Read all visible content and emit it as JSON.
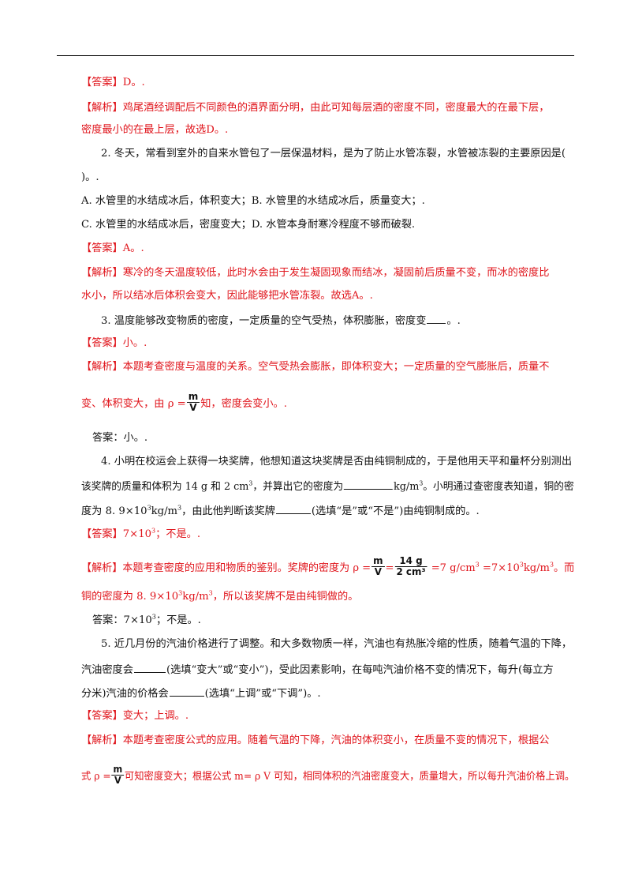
{
  "lines": {
    "l1": {
      "label": "【答案】",
      "text": "D。."
    },
    "l2": {
      "label": "【解析】",
      "text": "鸡尾酒经调配后不同颜色的酒界面分明，由此可知每层酒的密度不同，密度最大的在最下层，"
    },
    "l3": {
      "text": "密度最小的在最上层，故选D。."
    },
    "l4": {
      "text": "2. 冬天，常看到室外的自来水管包了一层保温材料，是为了防止水管冻裂，水管被冻裂的主要原因是("
    },
    "l5": {
      "text": ")。."
    },
    "l6": {
      "text": "A. 水管里的水结成冰后，体积变大；B. 水管里的水结成冰后，质量变大；."
    },
    "l7": {
      "text": "C. 水管里的水结成冰后，密度变大；D. 水管本身耐寒冷程度不够而破裂."
    },
    "l8": {
      "label": "【答案】",
      "text": "A。."
    },
    "l9": {
      "label": "【解析】",
      "text": "寒冷的冬天温度较低，此时水会由于发生凝固现象而结冰，凝固前后质量不变，而冰的密度比"
    },
    "l10": {
      "text": "水小，所以结冰后体积会变大，因此能够把水管冻裂。故选A。."
    },
    "l11": {
      "a": "3. 温度能够改变物质的密度，一定质量的空气受热，体积膨胀，密度变",
      "b": "。."
    },
    "l12": {
      "label": "【答案】",
      "text": "小。."
    },
    "l13": {
      "label": "【解析】",
      "text": "本题考查密度与温度的关系。空气受热会膨胀，即体积变大；一定质量的空气膨胀后，质量不"
    },
    "l14": {
      "a": "变、体积变大，由 ρ =",
      "num": "m",
      "den": "V",
      "b": "知，密度会变小。."
    },
    "l15": {
      "text": "答案：小。."
    },
    "l16": {
      "text": "4. 小明在校运会上获得一块奖牌，他想知道这块奖牌是否由纯铜制成的，于是他用天平和量杯分别测出"
    },
    "l17": {
      "a": "该奖牌的质量和体积为 14  g 和 2  cm",
      "sup1": "3",
      "b": "，并算出它的密度为",
      "c": "kg/m",
      "sup2": "3",
      "d": "。小明通过查密度表知道，铜的密"
    },
    "l18": {
      "a": "度为 8. 9×10",
      "sup1": "3",
      "b": "kg/m",
      "sup2": "3",
      "c": "，由此他判断该奖牌",
      "d": "(选填“是”或“不是”)由纯铜制成的。."
    },
    "l19": {
      "label": "【答案】",
      "a": "7×10",
      "sup1": "3",
      "b": "；不是。."
    },
    "l20": {
      "label": "【解析】",
      "a": "本题考查密度的应用和物质的鉴别。奖牌的密度为 ρ =",
      "num1": "m",
      "den1": "V",
      "eq": "=",
      "num2": "14 g",
      "den2": "2 cm³",
      "b": " =7  g/cm",
      "sup1": "3",
      "c": " =7×10",
      "sup2": "3",
      "d": "kg/m",
      "sup3": "3",
      "e": "。而"
    },
    "l21": {
      "a": "铜的密度为 8. 9×10",
      "sup1": "3",
      "b": "kg/m",
      "sup2": "3",
      "c": "，所以该奖牌不是由纯铜做的。"
    },
    "l22": {
      "a": "答案：7×10",
      "sup1": "3",
      "b": "；不是。."
    },
    "l23": {
      "text": "5. 近几月份的汽油价格进行了调整。和大多数物质一样，汽油也有热胀冷缩的性质，随着气温的下降，"
    },
    "l24": {
      "a": "汽油密度会",
      "b": "(选填“变大”或“变小”)，受此因素影响，在每吨汽油价格不变的情况下，每升(每立方"
    },
    "l25": {
      "a": "分米)汽油的价格会",
      "b": "(选填“上调”或“下调”)。."
    },
    "l26": {
      "label": "【答案】",
      "text": "变大；上调。."
    },
    "l27": {
      "label": "【解析】",
      "text": "本题考查密度公式的应用。随着气温的下降，汽油的体积变小，在质量不变的情况下，根据公"
    },
    "l28": {
      "a": "式 ρ =",
      "num": "m",
      "den": "V",
      "b": "可知密度变大；根据公式 m= ρ V 可知，相同体积的汽油密度变大，质量增大，所以每升汽油价格上调。"
    }
  }
}
